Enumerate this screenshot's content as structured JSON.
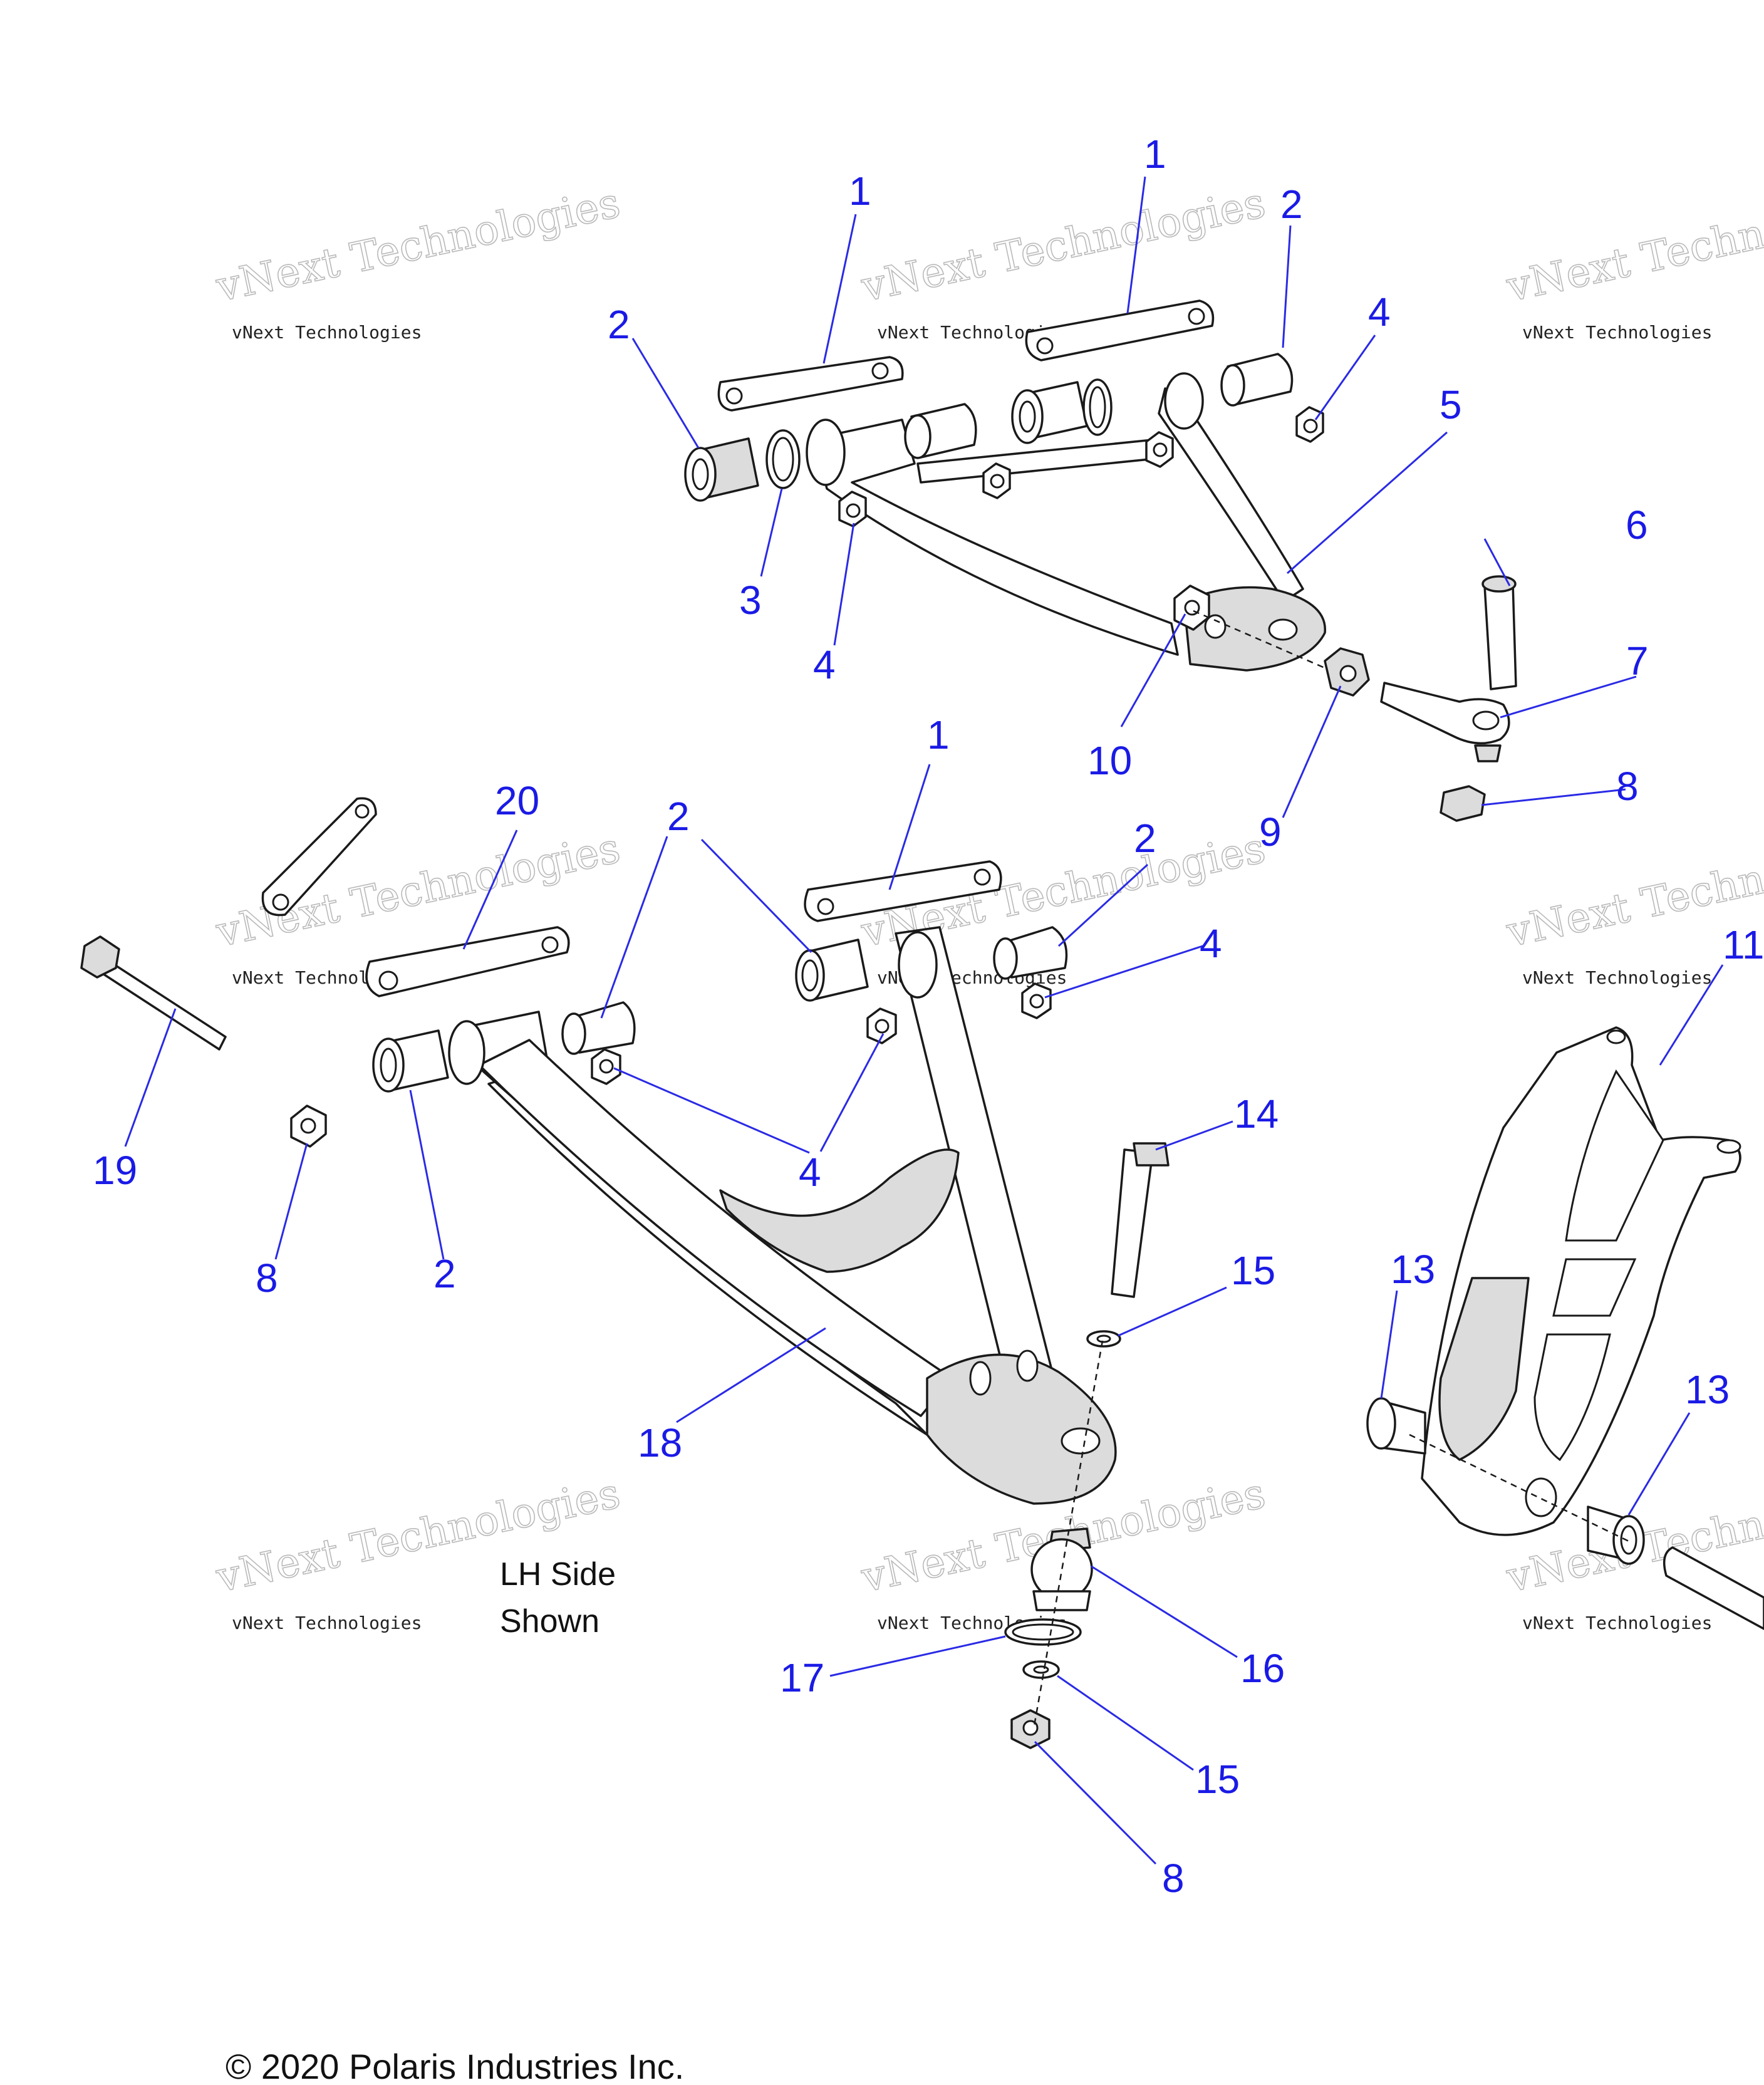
{
  "note": {
    "line1": "LH Side",
    "line2": "Shown"
  },
  "copyright": "© 2020 Polaris Industries Inc.",
  "watermark": {
    "small": "vNext Technologies",
    "large": "vNext Technologies"
  },
  "callouts": {
    "c1a": "1",
    "c1b": "1",
    "c2a": "2",
    "c2b": "2",
    "c4a": "4",
    "c5": "5",
    "c3": "3",
    "c4b": "4",
    "c6": "6",
    "c7": "7",
    "c10": "10",
    "c9": "9",
    "c8a": "8",
    "c1c": "1",
    "c20": "20",
    "c2c": "2",
    "c2d": "2",
    "c4c": "4",
    "c11": "11",
    "c19": "19",
    "c4d": "4",
    "c14": "14",
    "c8b": "8",
    "c2e": "2",
    "c13a": "13",
    "c15a": "15",
    "c13b": "13",
    "c18": "18",
    "c16": "16",
    "c17": "17",
    "c15b": "15",
    "c8c": "8"
  },
  "colors": {
    "callout": "#1a1ae6",
    "line_art": "#1a1a1a",
    "shading": "#dcdcdc"
  }
}
